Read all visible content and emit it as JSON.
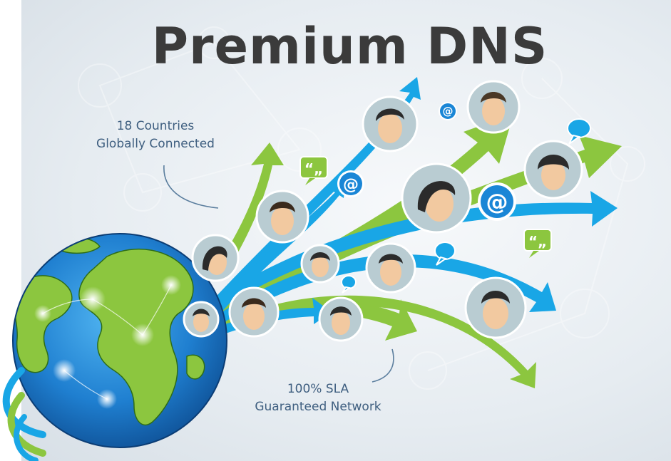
{
  "title": "Premium DNS",
  "callouts": {
    "countries": {
      "line1": "18 Countries",
      "line2": "Globally Connected"
    },
    "sla": {
      "line1": "100% SLA",
      "line2": "Guaranteed Network"
    }
  },
  "badges": {
    "email_symbol": "@",
    "quote_symbol": "“„"
  },
  "colors": {
    "title": "#3b3b3b",
    "callout_text": "#3f5f80",
    "arrow_blue": "#19a6e6",
    "arrow_green": "#8cc63f",
    "globe_ocean": "#1f7fd0",
    "globe_land": "#8cc63f",
    "avatar_bg": "#b9ccd2"
  }
}
